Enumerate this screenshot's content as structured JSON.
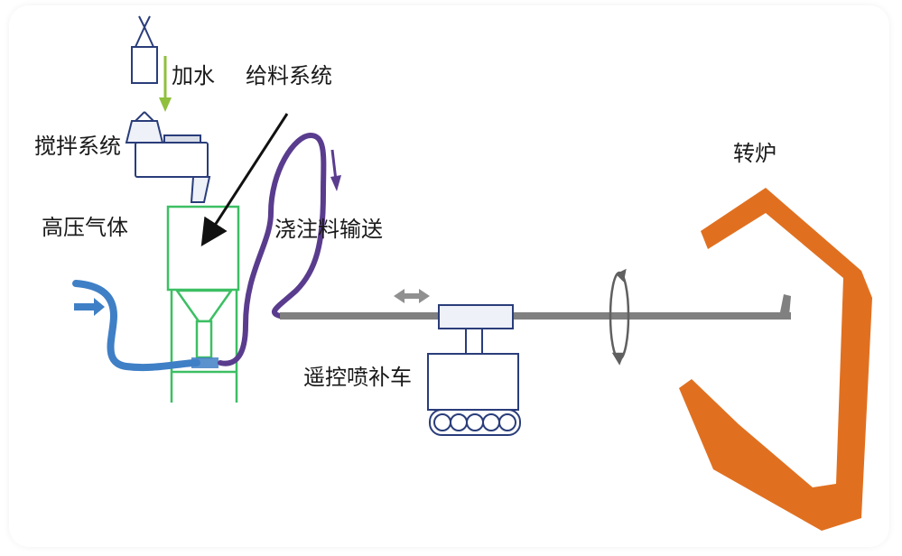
{
  "labels": {
    "add_water": "加水",
    "feed_system": "给料系统",
    "mixing_system": "搅拌系统",
    "high_pressure_gas": "高压气体",
    "castable_conveying": "浇注料输送",
    "remote_gunning_car": "遥控喷补车",
    "converter": "转炉"
  },
  "colors": {
    "gas_hose": "#3f7fc6",
    "feed_hose": "#5a3c8e",
    "hopper": "#3cbf63",
    "vessel": "#e07020",
    "lance": "#808080",
    "car": "#2a3d7a",
    "water_arrow": "#8fbf3c",
    "leader_arrow": "#111111"
  }
}
